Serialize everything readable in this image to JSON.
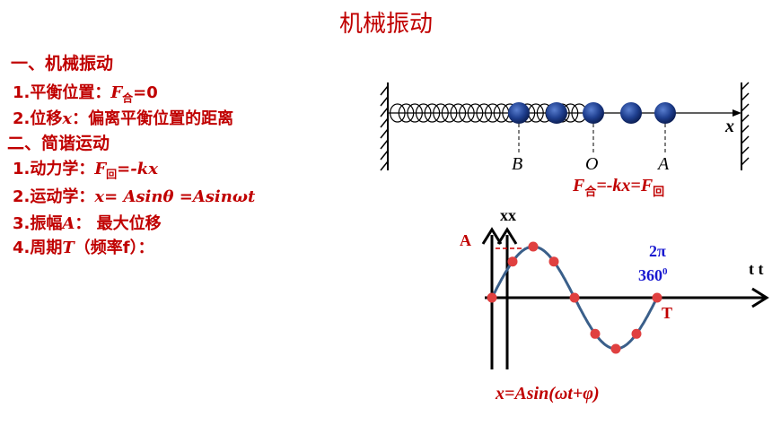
{
  "title": "机械振动",
  "outline": [
    {
      "id": "h1",
      "text": "一、机械振动"
    },
    {
      "id": "l1",
      "prefix": "1.平衡位置：",
      "formula": "F",
      "subscript": "合",
      "suffix": "=0"
    },
    {
      "id": "l2",
      "prefix": "2.位移",
      "formula": "x",
      "suffix": "：偏离平衡位置的距离"
    },
    {
      "id": "h2",
      "text": "二、简谐运动"
    },
    {
      "id": "l3",
      "prefix": "1.动力学：",
      "formula": "F",
      "subscript": "回",
      "suffix": "=-kx"
    },
    {
      "id": "l4",
      "prefix": "2.运动学：",
      "formula": "x= Asinθ =Asinωt"
    },
    {
      "id": "l5",
      "prefix": "3.振幅",
      "formula": "A",
      "suffix": "：  最大位移"
    },
    {
      "id": "l6",
      "prefix": "4.周期",
      "formula": "T",
      "suffix": "（频率f）："
    }
  ],
  "spring_figure": {
    "labels": {
      "B": "B",
      "O": "O",
      "A": "A",
      "x": "x"
    },
    "formula": {
      "f1": "F",
      "sub1": "合",
      "mid": "=-kx=",
      "f2": "F",
      "sub2": "回"
    }
  },
  "wave_figure": {
    "y_label": "xx",
    "x_label": "t t",
    "amplitude_label": "A",
    "period_label": "T",
    "angle_2pi": "2π",
    "angle_360": "360",
    "angle_360_sup": "0",
    "equation": "x=Asin(ωt+φ)"
  },
  "colors": {
    "heading_red": "#c00000",
    "ball_blue": "#1f3f8f",
    "curve": "#3a5f8a",
    "dot_red": "#e04040",
    "label_blue": "#1a1ad0"
  }
}
